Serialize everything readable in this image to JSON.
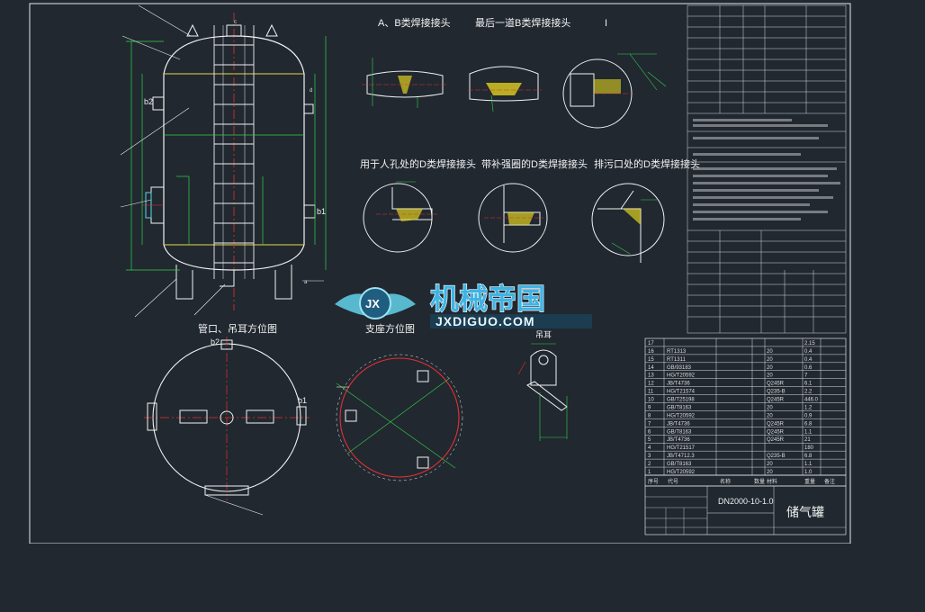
{
  "drawing": {
    "title_block": {
      "drawing_no": "DN2000-10-1.0",
      "name": "储气罐"
    },
    "watermark": {
      "brand_cn": "机械帝国",
      "brand_en": "JXDIGUO.COM",
      "emblem_text": "JX"
    },
    "section_titles": {
      "weld_ab": "A、B类焊接接头",
      "weld_last_b": "最后一道B类焊接接头",
      "detail_i": "I",
      "weld_manhole_d": "用于人孔处的D类焊接接头",
      "weld_reinforce_d": "带补强圈的D类焊接接头",
      "weld_drain_d": "排污口处的D类焊接接头",
      "nozzle_layout": "管口、吊耳方位图",
      "support_layout": "支座方位图",
      "lifting_lug": "吊耳"
    },
    "nozzle_labels": {
      "c": "c",
      "b2": "b2",
      "b1": "b1",
      "d": "d",
      "a": "a",
      "e": "e"
    },
    "parts_list_headers": {
      "no": "序号",
      "code": "代号",
      "name": "名称",
      "qty": "数量",
      "material": "材料",
      "weight": "重量",
      "remark": "备注"
    },
    "parts_list_rows": [
      {
        "no": "17",
        "code": "",
        "mat": "",
        "wt": "2.15"
      },
      {
        "no": "16",
        "code": "RT1313",
        "mat": "20",
        "wt": "0.4"
      },
      {
        "no": "15",
        "code": "RT1311",
        "mat": "20",
        "wt": "0.4"
      },
      {
        "no": "14",
        "code": "GB/93183",
        "mat": "20",
        "wt": "0.6"
      },
      {
        "no": "13",
        "code": "HG/T20592",
        "mat": "20",
        "wt": "7"
      },
      {
        "no": "12",
        "code": "JB/T4736",
        "mat": "Q245R",
        "wt": "6.1"
      },
      {
        "no": "11",
        "code": "HG/T21574",
        "mat": "Q235-B",
        "wt": "2.2"
      },
      {
        "no": "10",
        "code": "GB/T25198",
        "mat": "Q245R",
        "wt": "446.0"
      },
      {
        "no": "9",
        "code": "GB/T8163",
        "mat": "20",
        "wt": "1.2"
      },
      {
        "no": "8",
        "code": "HG/T20592",
        "mat": "20",
        "wt": "0.9"
      },
      {
        "no": "7",
        "code": "JB/T4736",
        "mat": "Q245R",
        "wt": "6.8"
      },
      {
        "no": "6",
        "code": "GB/T8163",
        "mat": "Q245R",
        "wt": "1.1"
      },
      {
        "no": "5",
        "code": "JB/T4736",
        "mat": "Q245R",
        "wt": "21"
      },
      {
        "no": "4",
        "code": "HG/T21517",
        "mat": "",
        "wt": "180"
      },
      {
        "no": "3",
        "code": "JB/T4712.3",
        "mat": "Q235-B",
        "wt": "6.8"
      },
      {
        "no": "2",
        "code": "GB/T8163",
        "mat": "20",
        "wt": "1.1"
      },
      {
        "no": "1",
        "code": "HG/T20592",
        "mat": "20",
        "wt": "1.0"
      }
    ],
    "colors": {
      "background": "#212830",
      "outline": "#f2f2f2",
      "dimension": "#33d24a",
      "center": "#e53030",
      "hatch": "#e0d020",
      "yellow": "#e8d84a"
    }
  }
}
